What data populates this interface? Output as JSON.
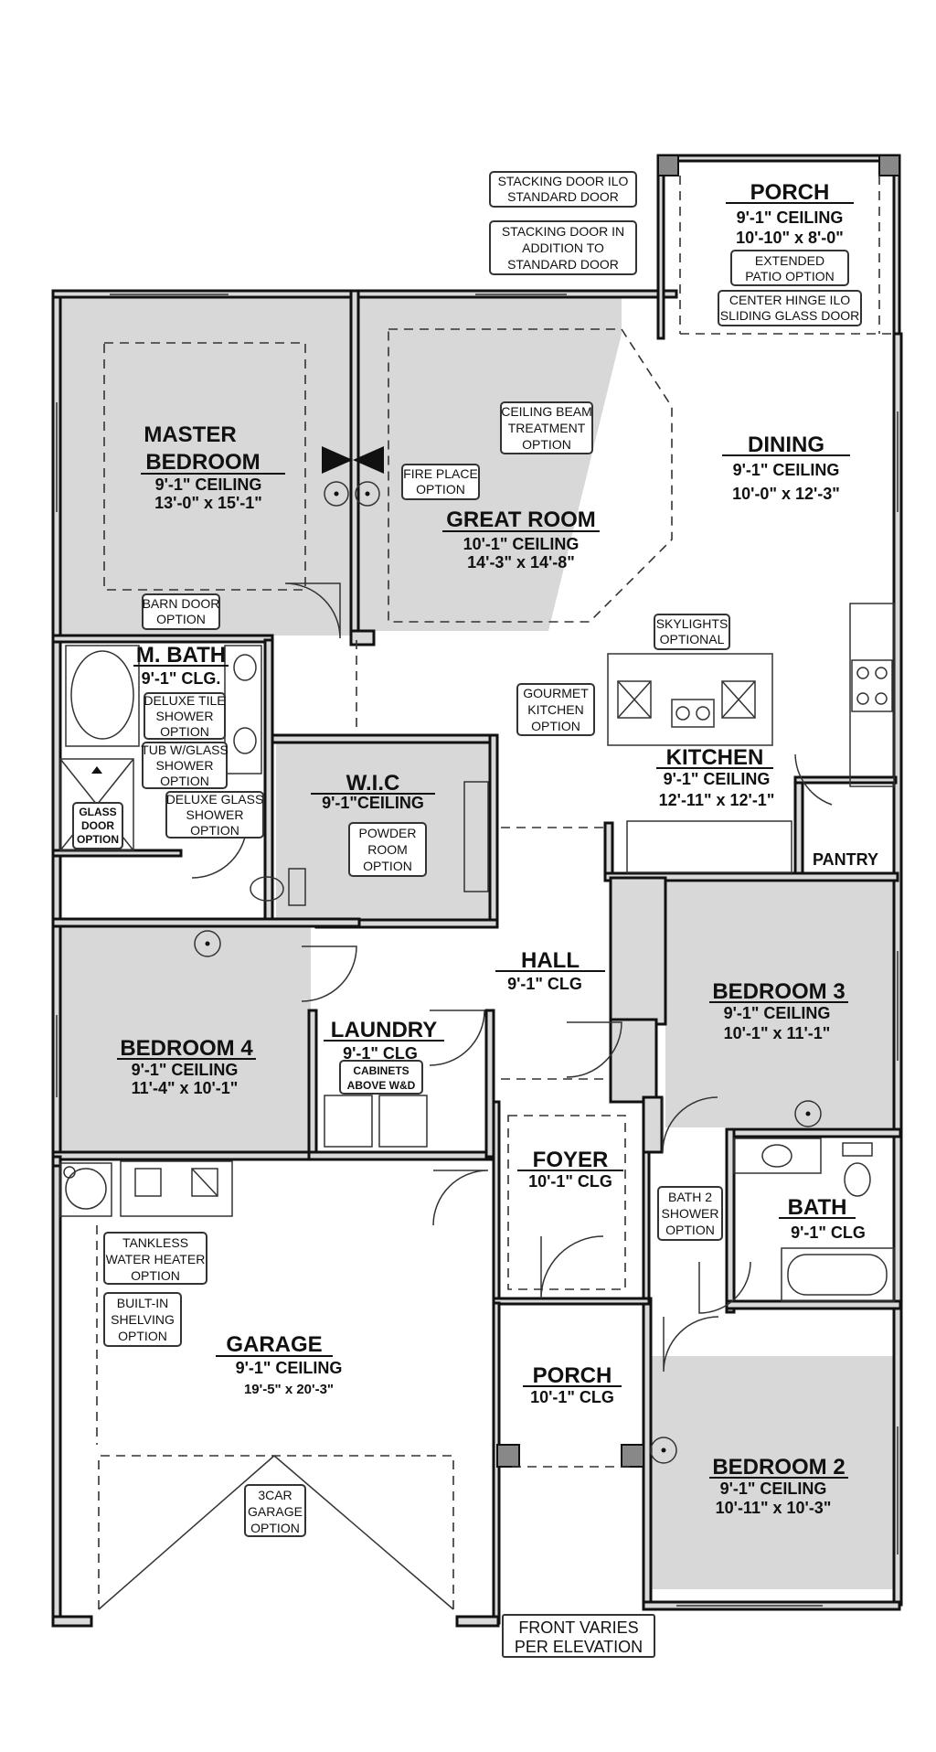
{
  "rooms": {
    "porch_top": {
      "name": "PORCH",
      "ceiling": "9'-1\"   CEILING",
      "size": "10'-10\" x 8'-0\""
    },
    "master_bedroom": {
      "name_line1": "MASTER",
      "name_line2": "BEDROOM",
      "ceiling": "9'-1\"   CEILING",
      "size": "13'-0\" x 15'-1\""
    },
    "great_room": {
      "name": "GREAT ROOM",
      "ceiling": "10'-1\"   CEILING",
      "size": "14'-3\" x 14'-8\""
    },
    "dining": {
      "name": "DINING",
      "ceiling": "9'-1\"   CEILING",
      "size": "10'-0\" x 12'-3\""
    },
    "m_bath": {
      "name": "M. BATH",
      "ceiling": "9'-1\"   CLG."
    },
    "wic": {
      "name": "W.I.C",
      "ceiling": "9'-1\"CEILING"
    },
    "kitchen": {
      "name": "KITCHEN",
      "ceiling": "9'-1\"   CEILING",
      "size": "12'-11\" x 12'-1\""
    },
    "pantry": {
      "name": "PANTRY"
    },
    "hall": {
      "name": "HALL",
      "ceiling": "9'-1\"   CLG"
    },
    "bedroom3": {
      "name": "BEDROOM 3",
      "ceiling": "9'-1\"   CEILING",
      "size": "10'-1\" x 11'-1\""
    },
    "bedroom4": {
      "name": "BEDROOM 4",
      "ceiling": "9'-1\"   CEILING",
      "size": "11'-4\" x 10'-1\""
    },
    "laundry": {
      "name": "LAUNDRY",
      "ceiling": "9'-1\"   CLG"
    },
    "foyer": {
      "name": "FOYER",
      "ceiling": "10'-1\"   CLG"
    },
    "bath": {
      "name": "BATH",
      "ceiling": "9'-1\"  CLG"
    },
    "garage": {
      "name": "GARAGE",
      "ceiling": "9'-1\"   CEILING",
      "size": "19'-5\" x 20'-3\""
    },
    "porch_front": {
      "name": "PORCH",
      "ceiling": "10'-1\"   CLG"
    },
    "bedroom2": {
      "name": "BEDROOM 2",
      "ceiling": "9'-1\"   CEILING",
      "size": "10'-11\" x 10'-3\""
    }
  },
  "options": {
    "stacking_ilo": [
      "STACKING DOOR ILO",
      "STANDARD DOOR"
    ],
    "stacking_in_addition": [
      "STACKING DOOR IN",
      "ADDITION TO",
      "STANDARD DOOR"
    ],
    "extended_patio": [
      "EXTENDED",
      "PATIO OPTION"
    ],
    "center_hinge": [
      "CENTER HINGE ILO",
      "SLIDING GLASS DOOR"
    ],
    "ceiling_beam": [
      "CEILING BEAM",
      "TREATMENT",
      "OPTION"
    ],
    "fireplace": [
      "FIRE PLACE",
      "OPTION"
    ],
    "barn_door": [
      "BARN DOOR",
      "OPTION"
    ],
    "skylights": [
      "SKYLIGHTS",
      "OPTIONAL"
    ],
    "gourmet_kitchen": [
      "GOURMET",
      "KITCHEN",
      "OPTION"
    ],
    "deluxe_tile": [
      "DELUXE TILE",
      "SHOWER",
      "OPTION"
    ],
    "tub_glass": [
      "TUB W/GLASS",
      "SHOWER",
      "OPTION"
    ],
    "deluxe_glass": [
      "DELUXE GLASS",
      "SHOWER",
      "OPTION"
    ],
    "glass_door": [
      "GLASS",
      "DOOR",
      "OPTION"
    ],
    "powder_room": [
      "POWDER",
      "ROOM",
      "OPTION"
    ],
    "cabinets": [
      "CABINETS",
      "ABOVE W&D"
    ],
    "bath2_shower": [
      "BATH 2",
      "SHOWER",
      "OPTION"
    ],
    "tankless": [
      "TANKLESS",
      "WATER HEATER",
      "OPTION"
    ],
    "built_in_shelving": [
      "BUILT-IN",
      "SHELVING",
      "OPTION"
    ],
    "three_car": [
      "3CAR",
      "GARAGE",
      "OPTION"
    ],
    "front_varies": [
      "FRONT VARIES",
      "PER ELEVATION"
    ]
  }
}
